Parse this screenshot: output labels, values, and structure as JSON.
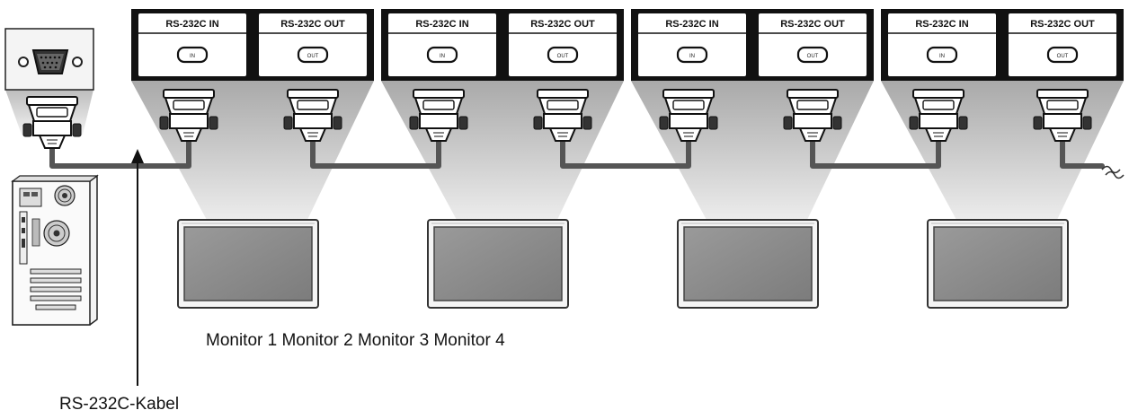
{
  "monitors": [
    {
      "in_label": "RS-232C IN",
      "out_label": "RS-232C OUT",
      "in_jack": "IN",
      "out_jack": "OUT"
    },
    {
      "in_label": "RS-232C IN",
      "out_label": "RS-232C OUT",
      "in_jack": "IN",
      "out_jack": "OUT"
    },
    {
      "in_label": "RS-232C IN",
      "out_label": "RS-232C OUT",
      "in_jack": "IN",
      "out_jack": "OUT"
    },
    {
      "in_label": "RS-232C IN",
      "out_label": "RS-232C OUT",
      "in_jack": "IN",
      "out_jack": "OUT"
    }
  ],
  "monitor_caption": "Monitor 1 Monitor 2 Monitor 3 Monitor 4",
  "cable_caption": "RS-232C-Kabel",
  "icons": [
    "pc-db9-port-icon",
    "computer-tower-icon",
    "db9-connector-icon",
    "monitor-icon",
    "cable-break-icon",
    "arrow-up-icon"
  ],
  "colors": {
    "panel": "#111111",
    "label_box": "#ffffff",
    "cable": "#555555",
    "beam": "#c8c8c8",
    "screen": "#8a8a8a"
  }
}
